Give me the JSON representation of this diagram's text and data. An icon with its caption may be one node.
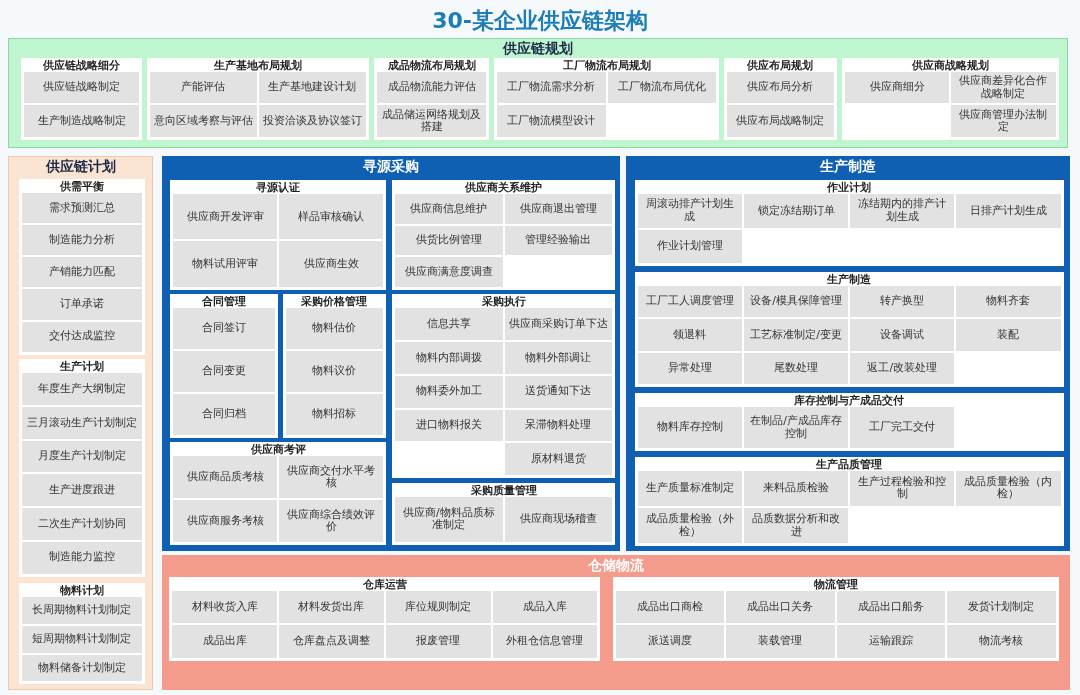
{
  "diagram": {
    "title": "30-某企业供应链架构",
    "nodes": [
      {
        "text": [
          "供应链规划"
        ]
      },
      {
        "text": [
          "供应链战略细分"
        ],
        "in": 0
      },
      {
        "text": [
          "供应链战略制定"
        ],
        "in": 1
      },
      {
        "text": [
          "生产制造战略制定"
        ],
        "in": 1
      },
      {
        "text": [
          "生产基地布局规划"
        ],
        "in": 0
      },
      {
        "text": [
          "产能评估"
        ],
        "in": 4
      },
      {
        "text": [
          "生产基地建设计划"
        ],
        "in": 4
      },
      {
        "text": [
          "意向区域考察与评估"
        ],
        "in": 4
      },
      {
        "text": [
          "投资洽谈及协议签订"
        ],
        "in": 4
      },
      {
        "text": [
          "成品物流布局规划"
        ],
        "in": 0
      },
      {
        "text": [
          "成品物流能力评估"
        ],
        "in": 9
      },
      {
        "text": [
          "成品储运网络规划及搭建"
        ],
        "in": 9
      },
      {
        "text": [
          "工厂物流布局规划"
        ],
        "in": 0
      },
      {
        "text": [
          "工厂物流需求分析"
        ],
        "in": 12
      },
      {
        "text": [
          "工厂物流布局优化"
        ],
        "in": 12
      },
      {
        "text": [
          "工厂物流模型设计"
        ],
        "in": 12
      },
      {
        "text": [
          "供应布局规划"
        ],
        "in": 0
      },
      {
        "text": [
          "供应布局分析"
        ],
        "in": 16
      },
      {
        "text": [
          "供应布局战略制定"
        ],
        "in": 16
      },
      {
        "text": [
          "供应商战略规划"
        ],
        "in": 0
      },
      {
        "text": [
          "供应商细分"
        ],
        "in": 19
      },
      {
        "text": [
          "供应商差异化合作战略制定"
        ],
        "in": 19
      },
      {
        "text": [
          "供应商管理办法制定"
        ],
        "in": 19
      },
      {
        "text": [
          "供应链计划"
        ]
      },
      {
        "text": [
          "供需平衡"
        ],
        "in": 23
      },
      {
        "text": [
          "需求预测汇总"
        ],
        "in": 24
      },
      {
        "text": [
          "制造能力分析"
        ],
        "in": 24
      },
      {
        "text": [
          "产销能力匹配"
        ],
        "in": 24
      },
      {
        "text": [
          "订单承诺"
        ],
        "in": 24
      },
      {
        "text": [
          "交付达成监控"
        ],
        "in": 24
      },
      {
        "text": [
          "生产计划"
        ],
        "in": 23
      },
      {
        "text": [
          "年度生产大纲制定"
        ],
        "in": 30
      },
      {
        "text": [
          "三月滚动生产计划制定"
        ],
        "in": 30
      },
      {
        "text": [
          "月度生产计划制定"
        ],
        "in": 30
      },
      {
        "text": [
          "生产进度跟进"
        ],
        "in": 30
      },
      {
        "text": [
          "二次生产计划协同"
        ],
        "in": 30
      },
      {
        "text": [
          "制造能力监控"
        ],
        "in": 30
      },
      {
        "text": [
          "物料计划"
        ],
        "in": 23
      },
      {
        "text": [
          "长周期物料计划制定"
        ],
        "in": 37
      },
      {
        "text": [
          "短周期物料计划制定"
        ],
        "in": 37
      },
      {
        "text": [
          "物料储备计划制定"
        ],
        "in": 37
      },
      {
        "text": [
          "寻源采购"
        ]
      },
      {
        "text": [
          "寻源认证"
        ],
        "in": 41
      },
      {
        "text": [
          "供应商开发评审"
        ],
        "in": 42
      },
      {
        "text": [
          "样品审核确认"
        ],
        "in": 42
      },
      {
        "text": [
          "物料试用评审"
        ],
        "in": 42
      },
      {
        "text": [
          "供应商生效"
        ],
        "in": 42
      },
      {
        "text": [
          "供应商关系维护"
        ],
        "in": 41
      },
      {
        "text": [
          "供应商信息维护"
        ],
        "in": 47
      },
      {
        "text": [
          "供应商退出管理"
        ],
        "in": 47
      },
      {
        "text": [
          "供货比例管理"
        ],
        "in": 47
      },
      {
        "text": [
          "管理经验输出"
        ],
        "in": 47
      },
      {
        "text": [
          "供应商满意度调查"
        ],
        "in": 47
      },
      {
        "text": [
          "合同管理"
        ],
        "in": 41
      },
      {
        "text": [
          "合同签订"
        ],
        "in": 53
      },
      {
        "text": [
          "合同变更"
        ],
        "in": 53
      },
      {
        "text": [
          "合同归档"
        ],
        "in": 53
      },
      {
        "text": [
          "采购价格管理"
        ],
        "in": 41
      },
      {
        "text": [
          "物料估价"
        ],
        "in": 57
      },
      {
        "text": [
          "物料议价"
        ],
        "in": 57
      },
      {
        "text": [
          "物料招标"
        ],
        "in": 57
      },
      {
        "text": [
          "采购执行"
        ],
        "in": 41
      },
      {
        "text": [
          "信息共享"
        ],
        "in": 61
      },
      {
        "text": [
          "供应商采购订单下达"
        ],
        "in": 61
      },
      {
        "text": [
          "物料内部调拨"
        ],
        "in": 61
      },
      {
        "text": [
          "物料外部调让"
        ],
        "in": 61
      },
      {
        "text": [
          "物料委外加工"
        ],
        "in": 61
      },
      {
        "text": [
          "送货通知下达"
        ],
        "in": 61
      },
      {
        "text": [
          "进口物料报关"
        ],
        "in": 61
      },
      {
        "text": [
          "呆滞物料处理"
        ],
        "in": 61
      },
      {
        "text": [
          "原材料退货"
        ],
        "in": 61
      },
      {
        "text": [
          "供应商考评"
        ],
        "in": 41
      },
      {
        "text": [
          "供应商品质考核"
        ],
        "in": 71
      },
      {
        "text": [
          "供应商交付水平考核"
        ],
        "in": 71
      },
      {
        "text": [
          "供应商服务考核"
        ],
        "in": 71
      },
      {
        "text": [
          "供应商综合绩效评价"
        ],
        "in": 71
      },
      {
        "text": [
          "采购质量管理"
        ],
        "in": 41
      },
      {
        "text": [
          "供应商/物料品质标准制定"
        ],
        "in": 76
      },
      {
        "text": [
          "供应商现场稽查"
        ],
        "in": 76
      },
      {
        "text": [
          "生产制造"
        ]
      },
      {
        "text": [
          "作业计划"
        ],
        "in": 79
      },
      {
        "text": [
          "周滚动排产计划生成"
        ],
        "in": 80
      },
      {
        "text": [
          "锁定冻结期订单"
        ],
        "in": 80
      },
      {
        "text": [
          "冻结期内的排产计划生成"
        ],
        "in": 80
      },
      {
        "text": [
          "日排产计划生成"
        ],
        "in": 80
      },
      {
        "text": [
          "作业计划管理"
        ],
        "in": 80
      },
      {
        "text": [
          "生产制造"
        ],
        "in": 79
      },
      {
        "text": [
          "工厂工人调度管理"
        ],
        "in": 86
      },
      {
        "text": [
          "设备/模具保障管理"
        ],
        "in": 86
      },
      {
        "text": [
          "转产换型"
        ],
        "in": 86
      },
      {
        "text": [
          "物料齐套"
        ],
        "in": 86
      },
      {
        "text": [
          "领退料"
        ],
        "in": 86
      },
      {
        "text": [
          "工艺标准制定/变更"
        ],
        "in": 86
      },
      {
        "text": [
          "设备调试"
        ],
        "in": 86
      },
      {
        "text": [
          "装配"
        ],
        "in": 86
      },
      {
        "text": [
          "异常处理"
        ],
        "in": 86
      },
      {
        "text": [
          "尾数处理"
        ],
        "in": 86
      },
      {
        "text": [
          "返工/改装处理"
        ],
        "in": 86
      },
      {
        "text": [
          "库存控制与产成品交付"
        ],
        "in": 79
      },
      {
        "text": [
          "物料库存控制"
        ],
        "in": 98
      },
      {
        "text": [
          "在制品/产成品库存控制"
        ],
        "in": 98
      },
      {
        "text": [
          "工厂完工交付"
        ],
        "in": 98
      },
      {
        "text": [
          "生产品质管理"
        ],
        "in": 79
      },
      {
        "text": [
          "生产质量标准制定"
        ],
        "in": 102
      },
      {
        "text": [
          "来料品质检验"
        ],
        "in": 102
      },
      {
        "text": [
          "生产过程检验和控制"
        ],
        "in": 102
      },
      {
        "text": [
          "成品质量检验（内检）"
        ],
        "in": 102
      },
      {
        "text": [
          "成品质量检验（外检）"
        ],
        "in": 102
      },
      {
        "text": [
          "品质数据分析和改进"
        ],
        "in": 102
      },
      {
        "text": [
          "仓储物流"
        ]
      },
      {
        "text": [
          "仓库运营"
        ],
        "in": 109
      },
      {
        "text": [
          "材料收货入库"
        ],
        "in": 110
      },
      {
        "text": [
          "材料发货出库"
        ],
        "in": 110
      },
      {
        "text": [
          "库位规则制定"
        ],
        "in": 110
      },
      {
        "text": [
          "成品入库"
        ],
        "in": 110
      },
      {
        "text": [
          "成品出库"
        ],
        "in": 110
      },
      {
        "text": [
          "仓库盘点及调整"
        ],
        "in": 110
      },
      {
        "text": [
          "报废管理"
        ],
        "in": 110
      },
      {
        "text": [
          "外租仓信息管理"
        ],
        "in": 110
      },
      {
        "text": [
          "物流管理"
        ],
        "in": 109
      },
      {
        "text": [
          "成品出口商检"
        ],
        "in": 119
      },
      {
        "text": [
          "成品出口关务"
        ],
        "in": 119
      },
      {
        "text": [
          "成品出口船务"
        ],
        "in": 119
      },
      {
        "text": [
          "发货计划制定"
        ],
        "in": 119
      },
      {
        "text": [
          "派送调度"
        ],
        "in": 119
      },
      {
        "text": [
          "装载管理"
        ],
        "in": 119
      },
      {
        "text": [
          "运输跟踪"
        ],
        "in": 119
      },
      {
        "text": [
          "物流考核"
        ],
        "in": 119
      }
    ],
    "edges": []
  }
}
